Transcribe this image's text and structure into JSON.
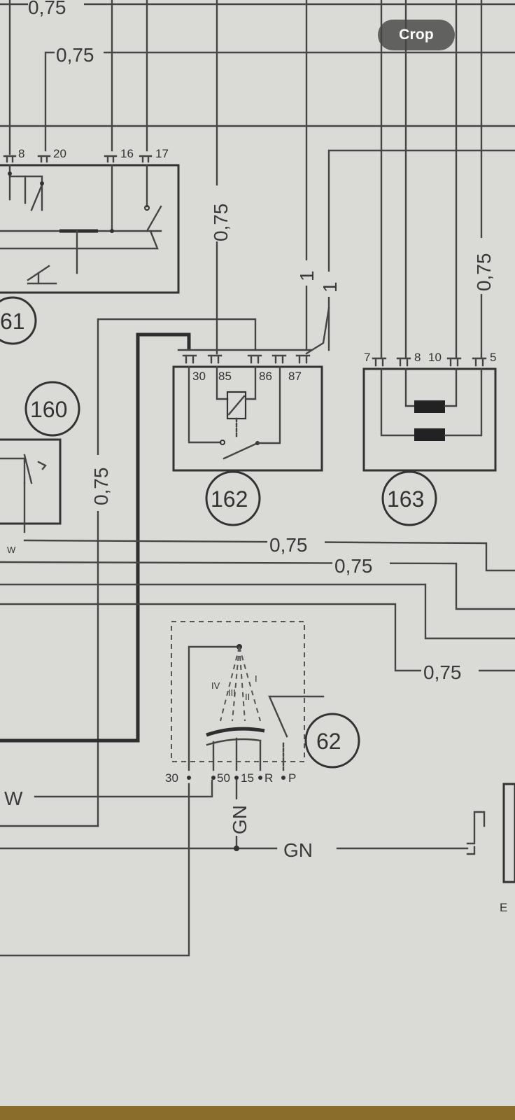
{
  "viewer": {
    "crop_label": "Crop"
  },
  "diagram": {
    "wire_labels": {
      "top_cut": "0,75",
      "top_left": "0,75",
      "vertical_mid": "0,75",
      "vertical_right_mid": "1",
      "vertical_right_second": "1",
      "vertical_far_right": "0,75",
      "vertical_left": "0,75",
      "horizontal_1": "0,75",
      "horizontal_2": "0,75",
      "horizontal_3": "0,75",
      "wire_w_lower": "W",
      "wire_w_small": "W",
      "gn_vertical": "GN",
      "gn_horizontal": "GN"
    },
    "components": {
      "c161": {
        "number": "61",
        "terminals": [
          "8",
          "20",
          "16",
          "17"
        ]
      },
      "c160": {
        "number": "160"
      },
      "c162": {
        "number": "162",
        "terminals": [
          "30",
          "85",
          "86",
          "87"
        ]
      },
      "c163": {
        "number": "163",
        "terminals": [
          "7",
          "8",
          "10",
          "5"
        ]
      },
      "c62": {
        "number": "62",
        "terminals": [
          "30",
          "50",
          "15",
          "R",
          "P"
        ],
        "positions": [
          "IV",
          "III",
          "II",
          "I"
        ]
      }
    },
    "edge_fragment": "E"
  }
}
